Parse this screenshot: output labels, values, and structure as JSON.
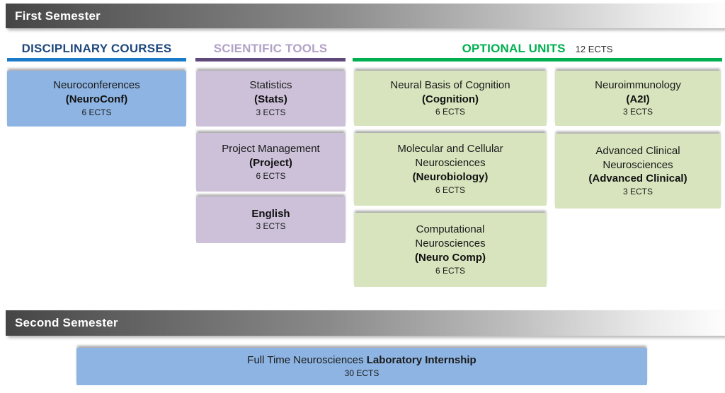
{
  "first_semester": {
    "label": "First Semester",
    "columns": [
      {
        "title": "DISCIPLINARY COURSES",
        "ects_note": "",
        "courses": [
          {
            "title": "Neuroconferences",
            "code": "(NeuroConf)",
            "ects": "6 ECTS"
          }
        ]
      },
      {
        "title": "SCIENTIFIC TOOLS",
        "ects_note": "",
        "courses": [
          {
            "title": "Statistics",
            "code": "(Stats)",
            "ects": "3 ECTS"
          },
          {
            "title": "Project Management",
            "code": "(Project)",
            "ects": "6 ECTS"
          },
          {
            "title": "",
            "code": "English",
            "ects": "3 ECTS"
          }
        ]
      },
      {
        "title": "OPTIONAL UNITS",
        "ects_note": "12 ECTS",
        "courses": [
          {
            "title": "Neural Basis of Cognition",
            "code": "(Cognition)",
            "ects": "6 ECTS"
          },
          {
            "title": "Molecular and Cellular Neurosciences",
            "code": "(Neurobiology)",
            "ects": "6 ECTS"
          },
          {
            "title": "Computational Neurosciences",
            "code": "(Neuro Comp)",
            "ects": "6 ECTS"
          },
          {
            "title": "Neuroimmunology",
            "code": "(A2I)",
            "ects": "3 ECTS"
          },
          {
            "title": "Advanced Clinical Neurosciences",
            "code": "(Advanced Clinical)",
            "ects": "3 ECTS"
          }
        ]
      }
    ]
  },
  "second_semester": {
    "label": "Second Semester",
    "course": {
      "title_regular": "Full Time Neurosciences",
      "title_bold": "Laboratory Internship",
      "ects": "30 ECTS"
    }
  },
  "colors": {
    "disciplinary_fill": "#8DB4E2",
    "tools_fill": "#CCC1D9",
    "optional_fill": "#D7E4BD",
    "disciplinary_title": "#1F497D",
    "disciplinary_line": "#1C7BC8",
    "tools_title": "#B2A2C7",
    "tools_line": "#5F497A",
    "optional_title": "#00B050",
    "optional_line": "#00B050",
    "semester_bar_gradient_start": "#454545",
    "semester_bar_gradient_end": "#FDFDFD"
  }
}
